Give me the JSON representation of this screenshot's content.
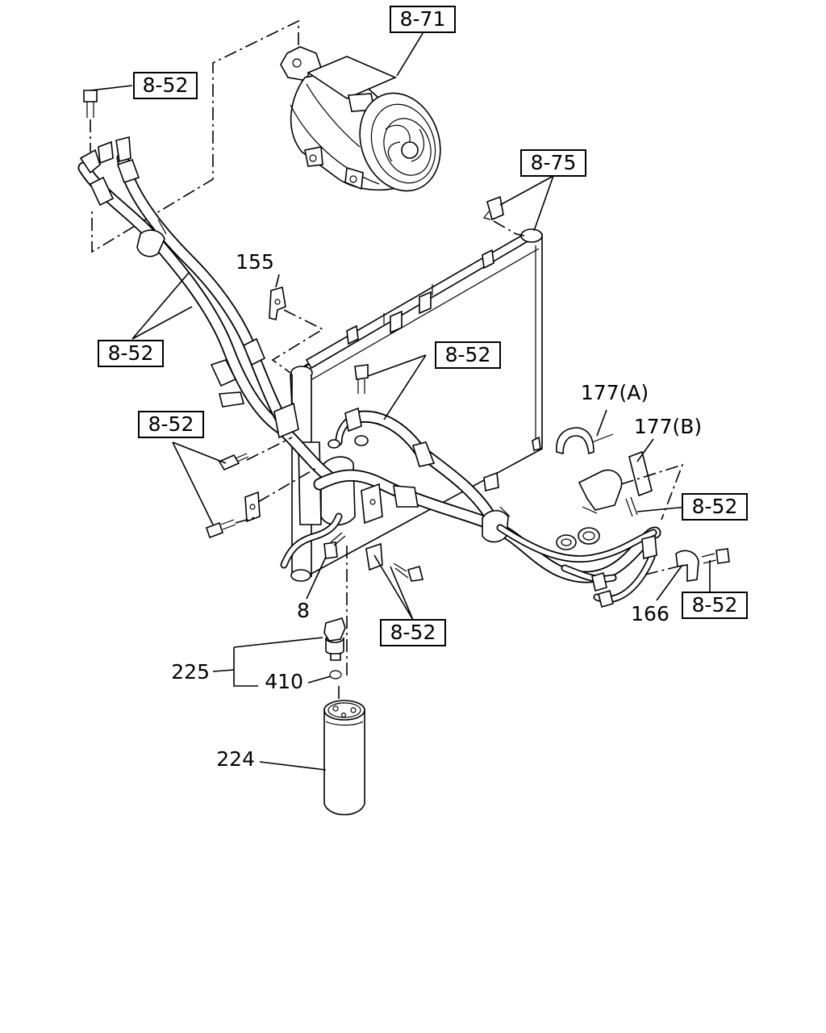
{
  "callouts": {
    "compressor_ref": "8-71",
    "condenser_ref": "8-75",
    "bolt_top_ref": "8-52",
    "hoses_ref": "8-52",
    "clamp_left_ref": "8-52",
    "bolt_center_ref": "8-52",
    "bracket_right_ref": "8-52",
    "bolt_right_ref": "8-52",
    "bolt_bottom_ref": "8-52"
  },
  "parts": {
    "bracket_155": "155",
    "clip_177a": "177(A)",
    "clip_177b": "177(B)",
    "clip_166": "166",
    "bolt_8": "8",
    "switch_225": "225",
    "oring_410": "410",
    "receiver_224": "224"
  },
  "icons": {
    "compressor": "ac-compressor-icon",
    "condenser": "condenser-icon",
    "receiver_drier": "receiver-drier-icon",
    "pressure_switch": "pressure-switch-icon"
  }
}
